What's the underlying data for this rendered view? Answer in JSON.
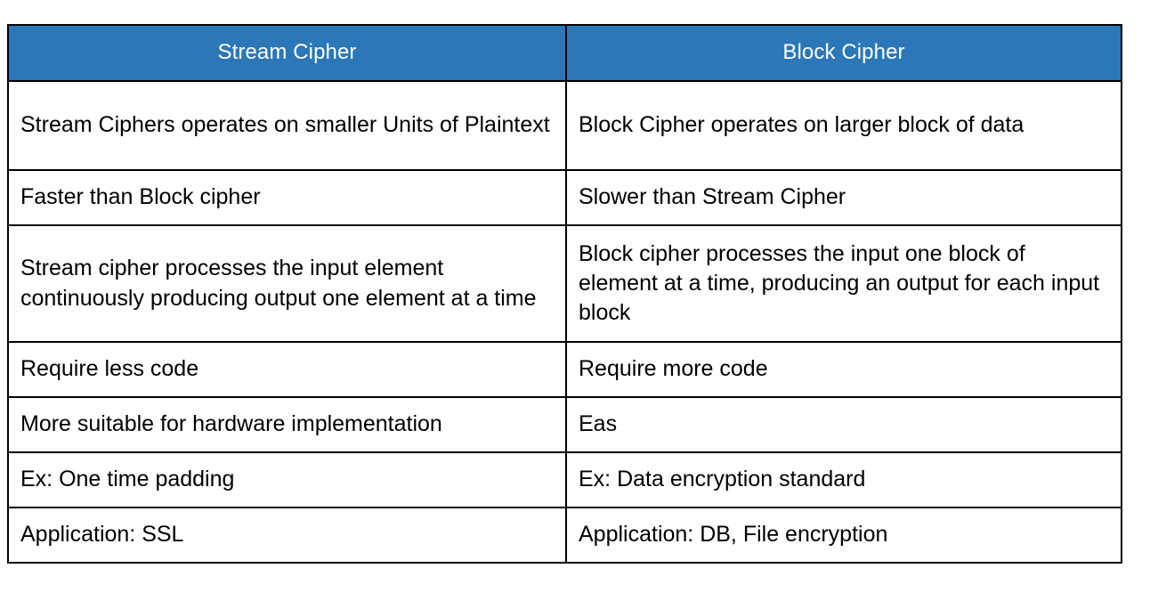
{
  "document": {
    "type": "comparison-table",
    "background_color": "#ffffff",
    "accent_color": "#2b77b8",
    "border_color": "#000000",
    "header_text_color": "#ffffff",
    "body_text_color": "#000000"
  },
  "table": {
    "headers": [
      {
        "label": "Stream Cipher"
      },
      {
        "label": "Block Cipher"
      }
    ],
    "rows": [
      {
        "left": "Stream Ciphers operates on smaller Units of Plaintext",
        "right": "Block Cipher operates on larger block of data",
        "size": "tall"
      },
      {
        "left": "Faster than Block cipher",
        "right": "Slower than Stream Cipher",
        "size": "normal"
      },
      {
        "left": "Stream cipher processes the input element continuously producing output one element at a time",
        "right": "Block cipher processes the input one block of element at a time, producing an output for each input block",
        "size": "tallest"
      },
      {
        "left": "Require less code",
        "right": "Require more code",
        "size": "normal"
      },
      {
        "left": "More suitable for hardware implementation",
        "right": "Eas",
        "size": "normal"
      },
      {
        "left": "Ex: One time padding",
        "right": "Ex: Data encryption standard",
        "size": "normal"
      },
      {
        "left": "Application: SSL",
        "right": "Application: DB, File encryption",
        "size": "normal"
      }
    ]
  }
}
